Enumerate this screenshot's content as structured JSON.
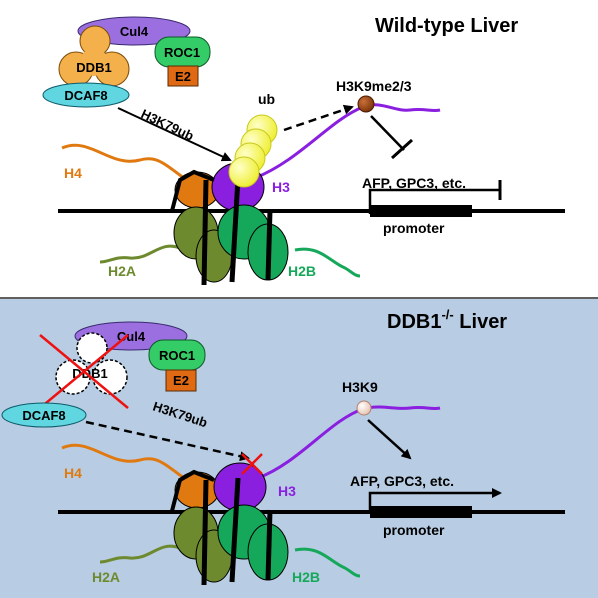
{
  "colors": {
    "top_bg": "#ffffff",
    "bottom_bg": "#b8cde3",
    "cul4": "#9b6fe0",
    "roc1": "#33cc66",
    "e2": "#e06a14",
    "ddb1": "#f4b04a",
    "dcaf8": "#5fd6e0",
    "h4": "#e07a10",
    "h3": "#8a1fe0",
    "h2a": "#6e8a2e",
    "h2b": "#16a85a",
    "ubiquitin": "#f2f24a",
    "methyl": "#8a3a08",
    "h3k9": "#f0d8c8",
    "cross": "#ee1111"
  },
  "top_panel": {
    "title": "Wild-type Liver",
    "complex": {
      "cul4": "Cul4",
      "roc1": "ROC1",
      "e2": "E2",
      "ddb1": "DDB1",
      "dcaf8": "DCAF8"
    },
    "h3k79ub_label": "H3K79ub",
    "ub_label": "ub",
    "mark_label": "H3K9me2/3",
    "genes_label": "AFP, GPC3, etc.",
    "promoter_label": "promoter",
    "histones": {
      "h4": "H4",
      "h3": "H3",
      "h2a": "H2A",
      "h2b": "H2B"
    }
  },
  "bottom_panel": {
    "title_base": "DDB1",
    "title_sup": "-/-",
    "title_rest": " Liver",
    "complex": {
      "cul4": "Cul4",
      "roc1": "ROC1",
      "e2": "E2",
      "ddb1": "DDB1",
      "dcaf8": "DCAF8"
    },
    "h3k79ub_label": "H3K79ub",
    "mark_label": "H3K9",
    "genes_label": "AFP, GPC3, etc.",
    "promoter_label": "promoter",
    "histones": {
      "h4": "H4",
      "h3": "H3",
      "h2a": "H2A",
      "h2b": "H2B"
    }
  }
}
